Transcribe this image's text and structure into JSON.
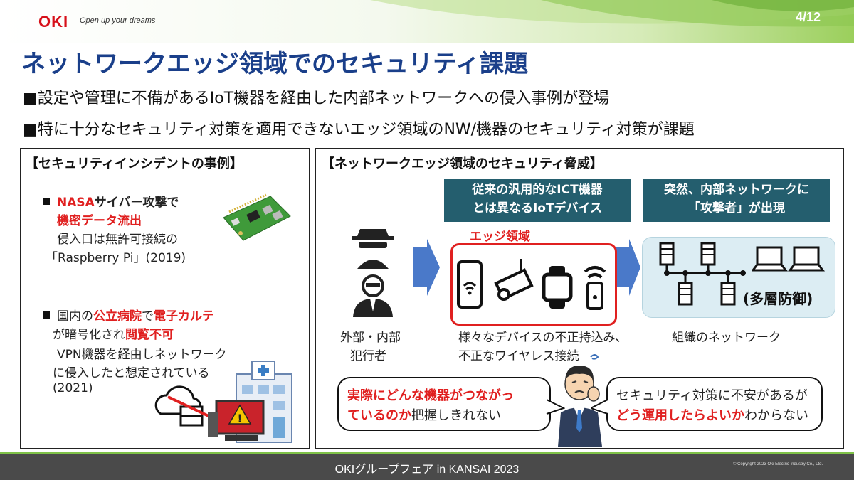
{
  "header": {
    "logo": "OKI",
    "tagline": "Open up your dreams",
    "page_number": "4/12"
  },
  "title": "ネットワークエッジ領域でのセキュリティ課題",
  "bullets": [
    "■設定や管理に不備があるIoT機器を経由した内部ネットワークへの侵入事例が登場",
    "■特に十分なセキュリティ対策を適用できないエッジ領域のNW/機器のセキュリティ対策が課題"
  ],
  "left_panel": {
    "title": "【セキュリティインシデントの事例】",
    "case1": {
      "red1": "NASA",
      "bold1": "サイバー攻撃で",
      "red2": "機密データ流出",
      "line3": "侵入口は無許可接続の",
      "line4": "「Raspberry Pi」(2019)"
    },
    "case2": {
      "pre": "国内の",
      "red1": "公立病院",
      "mid": "で",
      "red2": "電子カルテ",
      "line2_pre": "が暗号化され",
      "red3": "閲覧不可",
      "line3": "VPN機器を経由しネットワーク",
      "line4": "に侵入したと想定されている",
      "line5": "(2021)"
    }
  },
  "right_panel": {
    "title": "【ネットワークエッジ領域のセキュリティ脅威】",
    "box1": [
      "従来の汎用的なICT機器",
      "とは異なるIoTデバイス"
    ],
    "box2": [
      "突然、内部ネットワークに",
      "「攻撃者」が出現"
    ],
    "edge_label": "エッジ領域",
    "attacker_label": [
      "外部・内部",
      "犯行者"
    ],
    "device_caption": [
      "様々なデバイスの不正持込み、",
      "不正なワイヤレス接続"
    ],
    "defense_label": "(多層防御)",
    "org_caption": "組織のネットワーク",
    "bubble_left": {
      "red1": "実際にどんな機器がつながっ",
      "red2": "ているのか",
      "rest": "把握しきれない"
    },
    "bubble_right": {
      "line1": "セキュリティ対策に不安があるが",
      "red": "どう運用したらよいか",
      "rest": "わからない"
    }
  },
  "footer": {
    "text": "OKIグループフェア in KANSAI 2023",
    "copyright": "© Copyright 2023 Oki Electric Industry Co., Ltd."
  },
  "colors": {
    "title_blue": "#1a3f8a",
    "accent_red": "#e02020",
    "teal": "#245e6e",
    "footer_gray": "#4a4a4a"
  }
}
